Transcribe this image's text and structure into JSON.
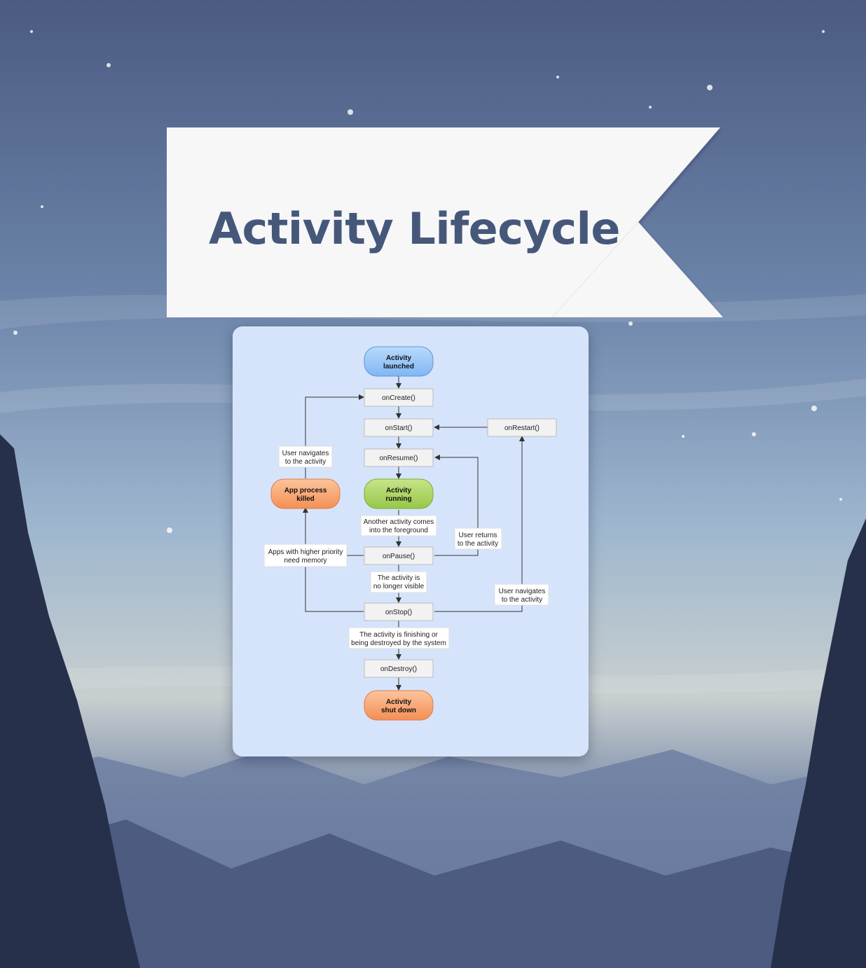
{
  "title": "Activity Lifecycle",
  "diagram": {
    "start": [
      "Activity",
      "launched"
    ],
    "running": [
      "Activity",
      "running"
    ],
    "killed": [
      "App process",
      "killed"
    ],
    "shutdown": [
      "Activity",
      "shut down"
    ],
    "methods": {
      "onCreate": "onCreate()",
      "onStart": "onStart()",
      "onRestart": "onRestart()",
      "onResume": "onResume()",
      "onPause": "onPause()",
      "onStop": "onStop()",
      "onDestroy": "onDestroy()"
    },
    "edge_labels": {
      "user_navigates_left": [
        "User navigates",
        "to the activity"
      ],
      "another_activity": [
        "Another activity comes",
        "into the foreground"
      ],
      "user_returns": [
        "User returns",
        "to the activity"
      ],
      "higher_priority": [
        "Apps with higher priority",
        "need memory"
      ],
      "no_longer_visible": [
        "The activity is",
        "no longer visible"
      ],
      "user_navigates_right": [
        "User navigates",
        "to the activity"
      ],
      "finishing": [
        "The activity is finishing or",
        "being destroyed by the system"
      ]
    },
    "colors": {
      "start": "#8fc2f7",
      "running": "#a9d65a",
      "terminal": "#f9a66e",
      "method": "#f2f2f2",
      "panel": "#d6e4fb"
    }
  }
}
